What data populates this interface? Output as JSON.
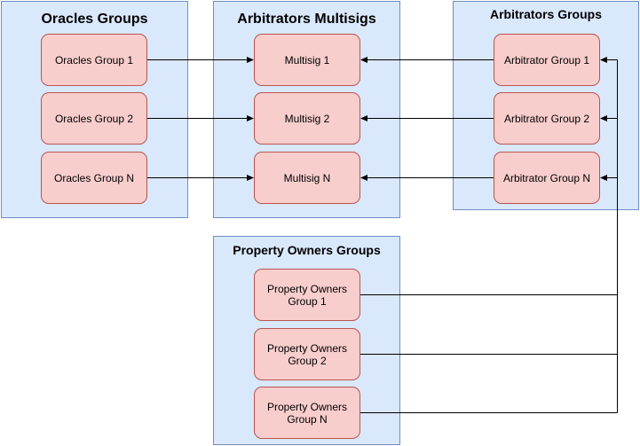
{
  "groups": {
    "oracles": {
      "title": "Oracles Groups",
      "items": [
        "Oracles Group 1",
        "Oracles Group 2",
        "Oracles Group N"
      ]
    },
    "multisigs": {
      "title": "Arbitrators Multisigs",
      "items": [
        "Multisig 1",
        "Multisig 2",
        "Multisig N"
      ]
    },
    "arbitrators": {
      "title": "Arbitrators Groups",
      "items": [
        "Arbitrator Group 1",
        "Arbitrator Group 2",
        "Arbitrator Group N"
      ]
    },
    "owners": {
      "title": "Property Owners Groups",
      "items": [
        "Property Owners Group 1",
        "Property Owners Group 2",
        "Property Owners Group N"
      ]
    }
  },
  "colors": {
    "group_fill": "#dae8fc",
    "group_stroke": "#6c8ebf",
    "node_fill": "#f8cecc",
    "node_stroke": "#b85450",
    "edge": "#000000"
  }
}
